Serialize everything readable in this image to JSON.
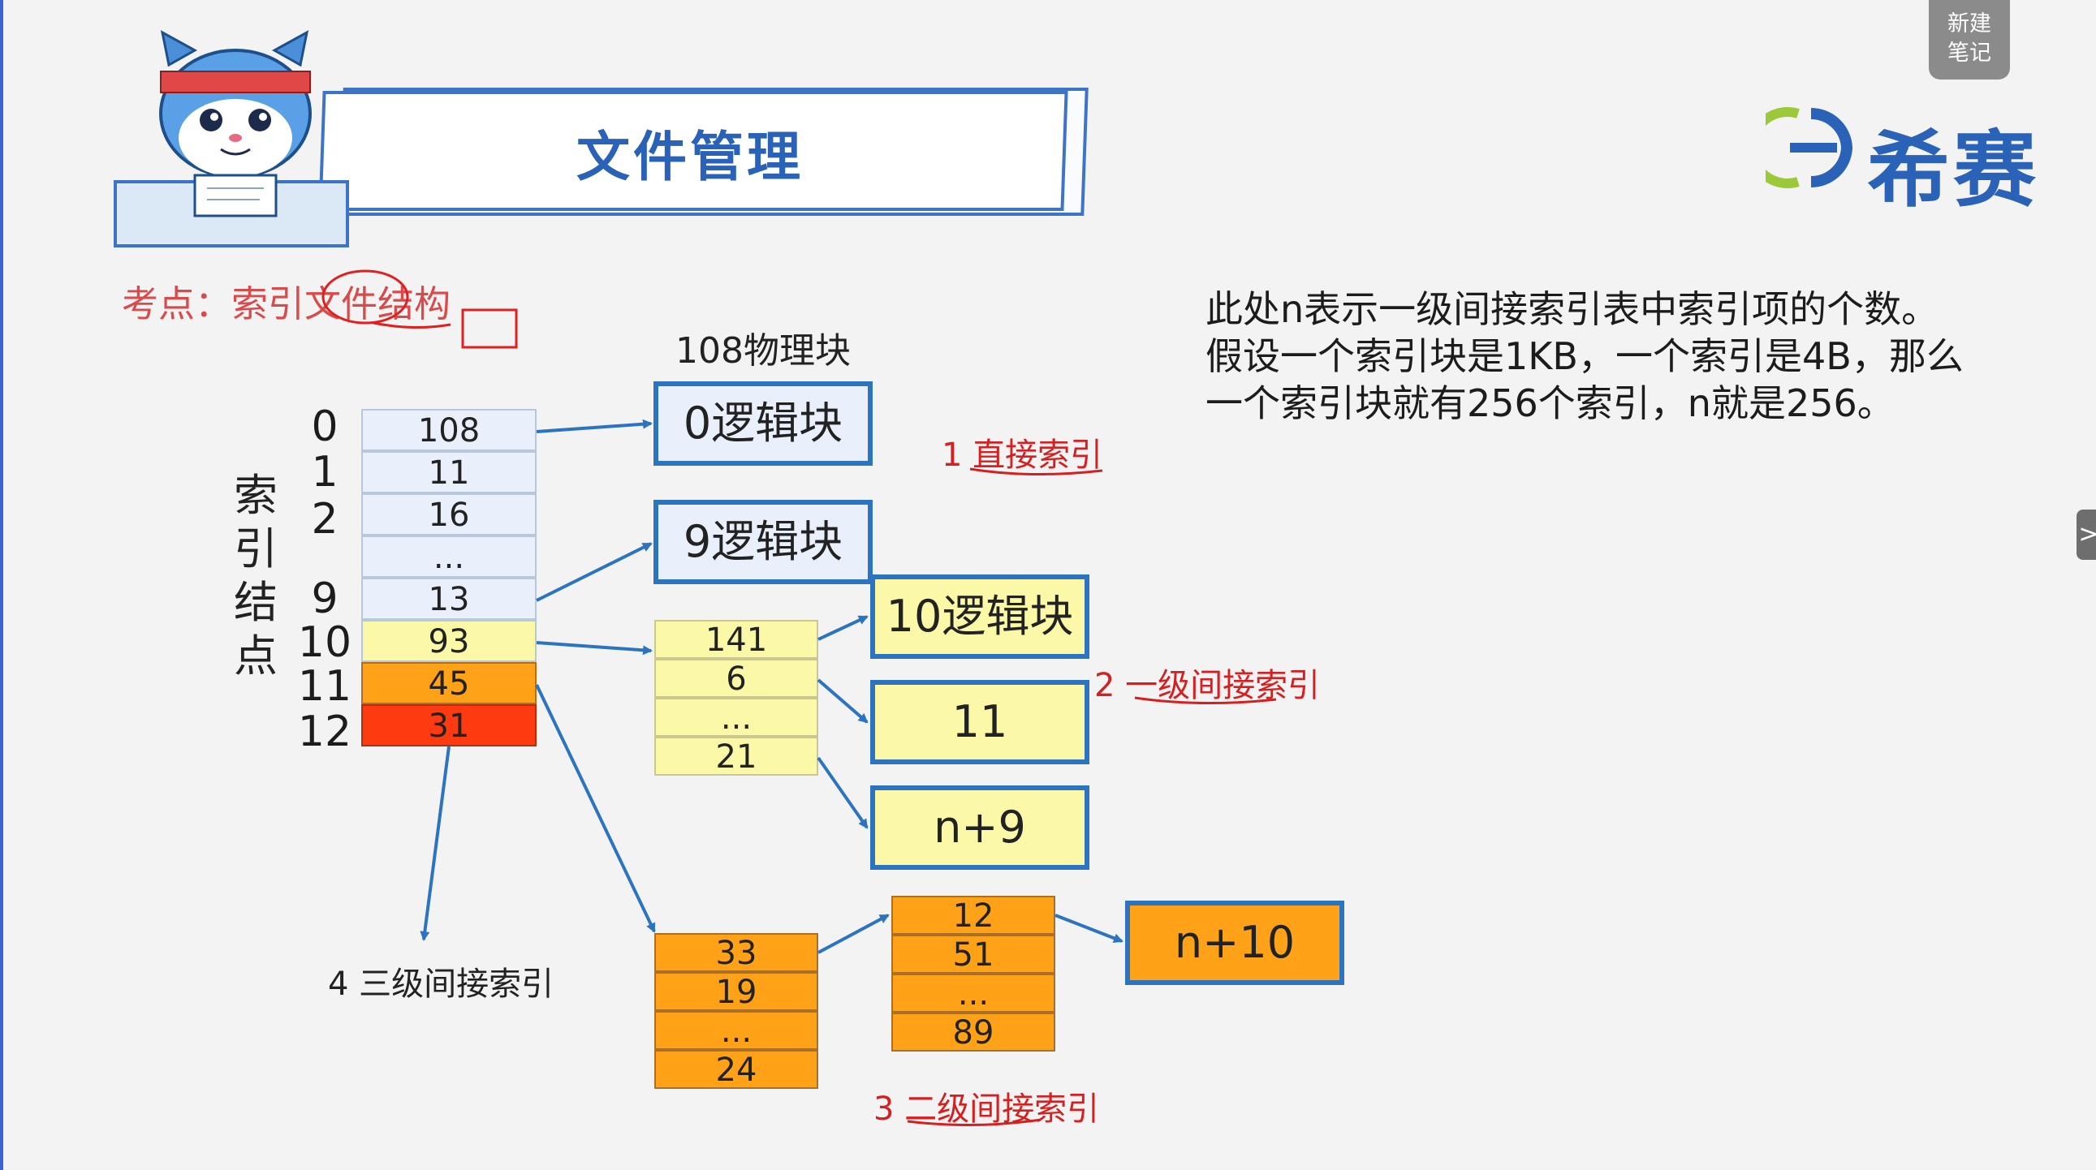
{
  "header": {
    "title": "文件管理"
  },
  "logo": {
    "text": "希赛",
    "icon": "xisai-logo-icon"
  },
  "note_button": {
    "line1": "新建",
    "line2": "笔记"
  },
  "side_tab": {
    "glyph": ">"
  },
  "exam_point": "考点：索引文件结构",
  "description": [
    "此处n表示一级间接索引表中索引项的个数。",
    "假设一个索引块是1KB，一个索引是4B，那么",
    "一个索引块就有256个索引，n就是256。"
  ],
  "physical_label": "108物理块",
  "index_node": {
    "vertical_label": [
      "索",
      "引",
      "结",
      "点"
    ],
    "row_numbers": [
      "0",
      "1",
      "2",
      "9",
      "10",
      "11",
      "12"
    ],
    "cells": [
      "108",
      "11",
      "16",
      "...",
      "13",
      "93",
      "45",
      "31"
    ]
  },
  "direct": {
    "block0": "0逻辑块",
    "block9": "9逻辑块",
    "label": "1 直接索引"
  },
  "single": {
    "cells": [
      "141",
      "6",
      "...",
      "21"
    ],
    "block10": "10逻辑块",
    "block11": "11",
    "block_n9": "n+9",
    "label": "2 一级间接索引"
  },
  "double": {
    "cells1": [
      "33",
      "19",
      "...",
      "24"
    ],
    "cells2": [
      "12",
      "51",
      "...",
      "89"
    ],
    "block_n10": "n+10",
    "label": "3 二级间接索引"
  },
  "triple": {
    "label": "4 三级间接索引"
  },
  "colors": {
    "accent_blue": "#2c74c0",
    "yellow": "#fbf8a8",
    "orange": "#ffa218",
    "red": "#fd3a10",
    "annotation_red": "#d42020"
  }
}
